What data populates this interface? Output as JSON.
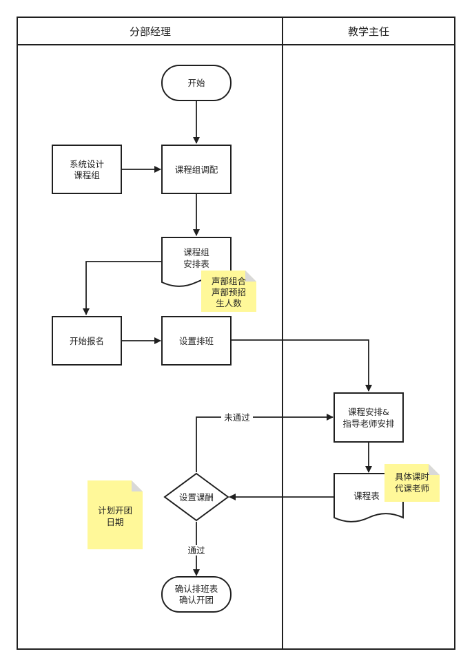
{
  "lanes": {
    "left": "分部经理",
    "right": "教学主任"
  },
  "nodes": {
    "start": "开始",
    "system_design": [
      "系统设计",
      "课程组"
    ],
    "group_adjust": "课程组调配",
    "schedule_doc": [
      "课程组",
      "安排表"
    ],
    "start_signup": "开始报名",
    "set_class": "设置排班",
    "course_arrange": [
      "课程安排&",
      "指导老师安排"
    ],
    "timetable": "课程表",
    "set_pay": "设置课酬",
    "confirm": [
      "确认排班表",
      "确认开团"
    ]
  },
  "edges": {
    "not_passed": "未通过",
    "passed": "通过"
  },
  "notes": {
    "voice_group": [
      "声部组合",
      "声部预招",
      "生人数"
    ],
    "teacher_detail": [
      "具体课时",
      "代课老师"
    ],
    "plan_date": [
      "计划开团",
      "日期"
    ]
  },
  "colors": {
    "line": "#1f1f1f",
    "note": "#fff899",
    "note_fold": "#d9d9d9"
  }
}
